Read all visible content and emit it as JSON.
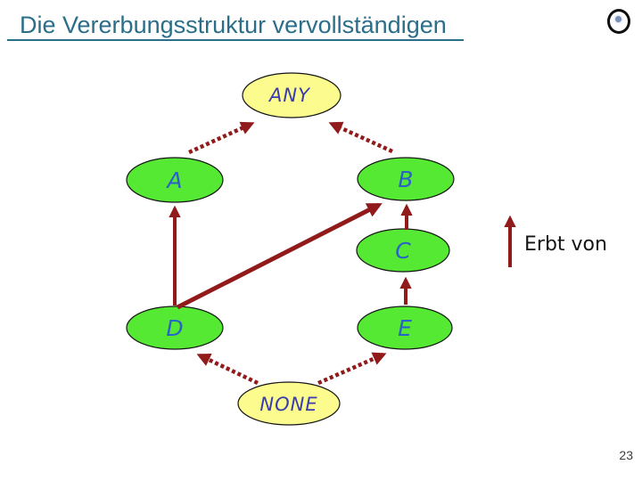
{
  "slide": {
    "title": "Die Vererbungsstruktur vervollständigen",
    "page_number": "23"
  },
  "header": {
    "logo_icon": "circle-dot-logo"
  },
  "legend": {
    "label": "Erbt von"
  },
  "diagram": {
    "type": "inheritance-graph",
    "arrow_color": "#911B1B",
    "edge_meaning": "Erbt von",
    "nodes": [
      {
        "id": "ANY",
        "label": "ANY",
        "role": "universal-ancestor",
        "fill": "#FBFB8E",
        "text_color": "#3B3BB0"
      },
      {
        "id": "A",
        "label": "A",
        "role": "class",
        "fill": "#55E933",
        "text_color": "#2B62C8"
      },
      {
        "id": "B",
        "label": "B",
        "role": "class",
        "fill": "#55E933",
        "text_color": "#2B62C8"
      },
      {
        "id": "C",
        "label": "C",
        "role": "class",
        "fill": "#55E933",
        "text_color": "#2B62C8"
      },
      {
        "id": "D",
        "label": "D",
        "role": "class",
        "fill": "#55E933",
        "text_color": "#2B62C8"
      },
      {
        "id": "E",
        "label": "E",
        "role": "class",
        "fill": "#55E933",
        "text_color": "#2B62C8"
      },
      {
        "id": "NONE",
        "label": "NONE",
        "role": "universal-descendant",
        "fill": "#FBFB8E",
        "text_color": "#3B3BB0"
      }
    ],
    "edges": [
      {
        "from": "A",
        "to": "ANY",
        "style": "dashed"
      },
      {
        "from": "B",
        "to": "ANY",
        "style": "dashed"
      },
      {
        "from": "D",
        "to": "A",
        "style": "solid"
      },
      {
        "from": "D",
        "to": "B",
        "style": "solid"
      },
      {
        "from": "C",
        "to": "B",
        "style": "solid"
      },
      {
        "from": "E",
        "to": "C",
        "style": "solid"
      },
      {
        "from": "NONE",
        "to": "D",
        "style": "dashed"
      },
      {
        "from": "NONE",
        "to": "E",
        "style": "dashed"
      }
    ]
  },
  "colors": {
    "title": "#2B6E8A",
    "background": "#FFFFFF",
    "node_yellow": "#FBFB8E",
    "node_green": "#55E933",
    "arrow_dark_red": "#911B1B"
  }
}
